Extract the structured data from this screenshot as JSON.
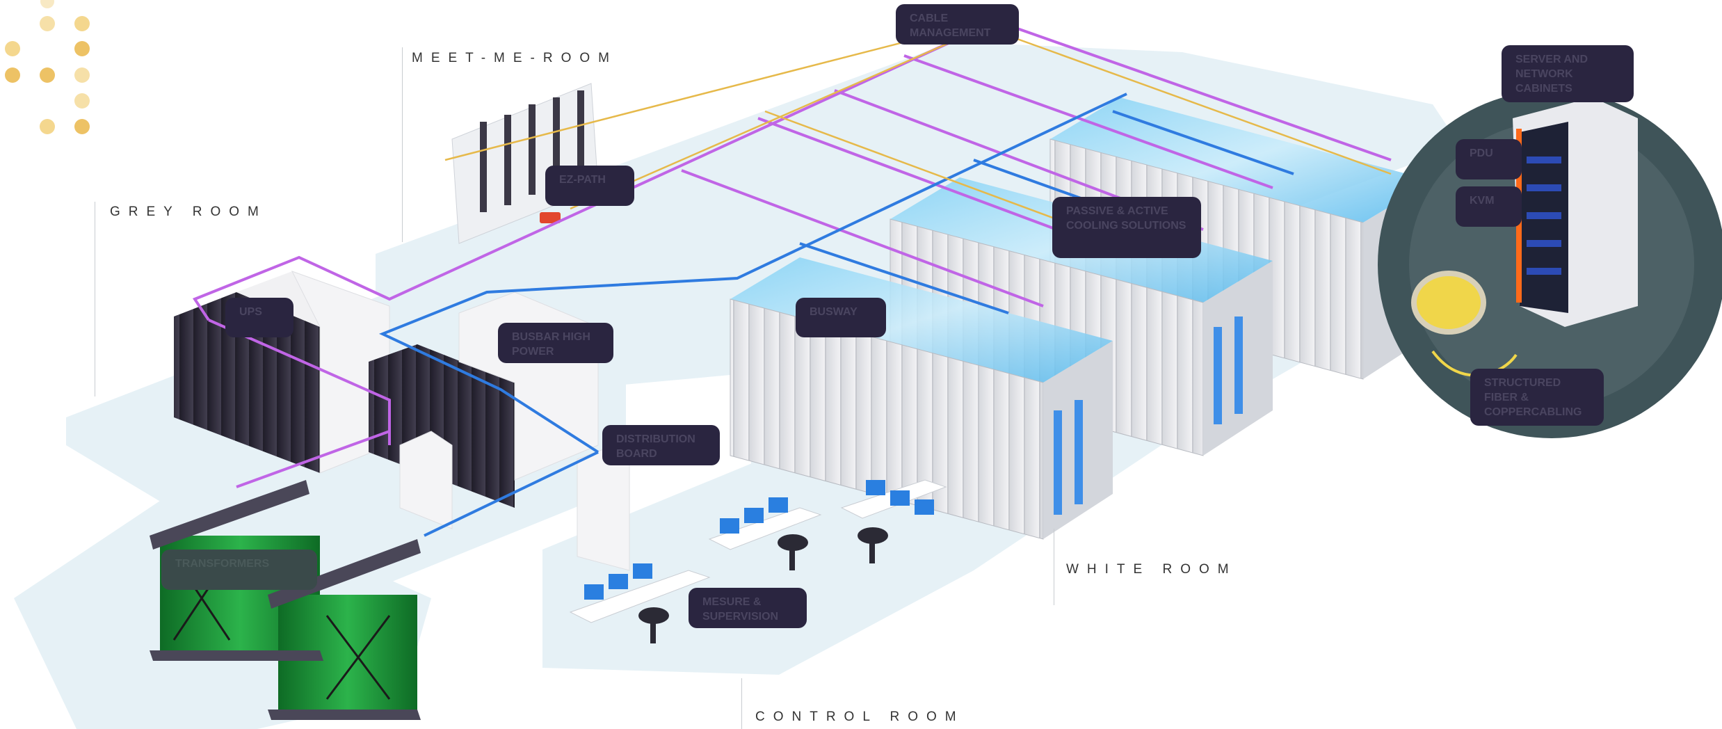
{
  "rooms": {
    "meet_me": "MEET-ME-ROOM",
    "grey": "GREY ROOM",
    "white": "WHITE ROOM",
    "control": "CONTROL ROOM"
  },
  "tags": {
    "cable_management": "CABLE\nMANAGEMENT",
    "server_cabinets": "SERVER AND\nNETWORK\nCABINETS",
    "pdu": "PDU",
    "kvm": "KVM",
    "ez_path": "EZ-PATH",
    "cooling": "PASSIVE & ACTIVE\nCOOLING SOLUTIONS",
    "ups": "UPS",
    "busbar": "BUSBAR HIGH\nPOWER",
    "busway": "BUSWAY",
    "distribution": "DISTRIBUTION\nBOARD",
    "fiber": "STRUCTURED\nFIBER &\nCOPPERCABLING",
    "transformers": "TRANSFORMERS",
    "mesure": "MESURE &\nSUPERVISION"
  },
  "colors": {
    "floor": "#e6f1f6",
    "purple_cable": "#c065e6",
    "blue_busway": "#2f7be0",
    "yellow_cable": "#e6b94a",
    "rack_dark": "#2e2b3a",
    "rack_grey": "#e4e5e8",
    "transformer_green": "#1f9a3a",
    "tag_bg": "#2a2540"
  }
}
